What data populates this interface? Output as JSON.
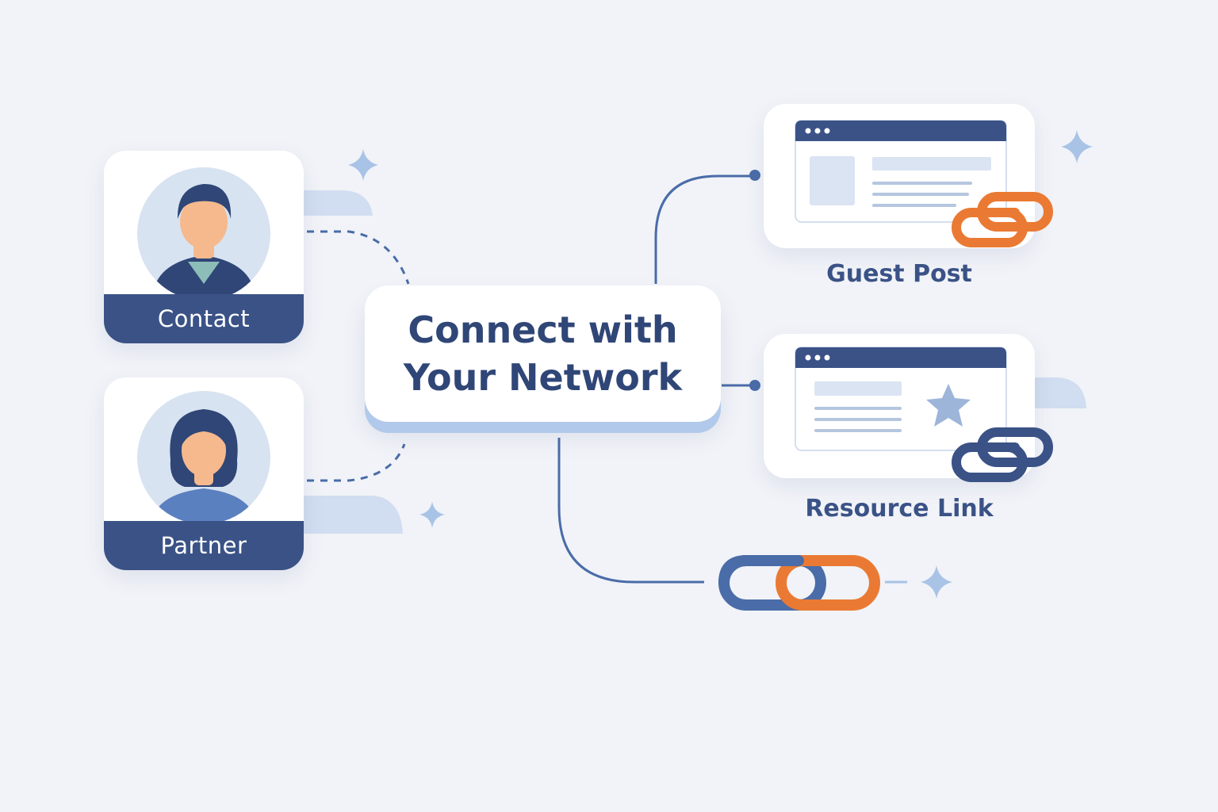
{
  "colors": {
    "background": "#f1f3f8",
    "navy": "#3a5286",
    "blue": "#4a6ca8",
    "light_blue": "#c9d7ee",
    "orange": "#ea7a33",
    "text": "#2f4677"
  },
  "contacts": [
    {
      "label": "Contact",
      "icon": "man-avatar-icon"
    },
    {
      "label": "Partner",
      "icon": "woman-avatar-icon"
    }
  ],
  "center": {
    "line1": "Connect with",
    "line2": "Your Network"
  },
  "targets": [
    {
      "label": "Guest Post",
      "icon": "browser-window-icon"
    },
    {
      "label": "Resource Link",
      "icon": "browser-star-icon"
    }
  ],
  "link_icon": "chain-link-icon"
}
